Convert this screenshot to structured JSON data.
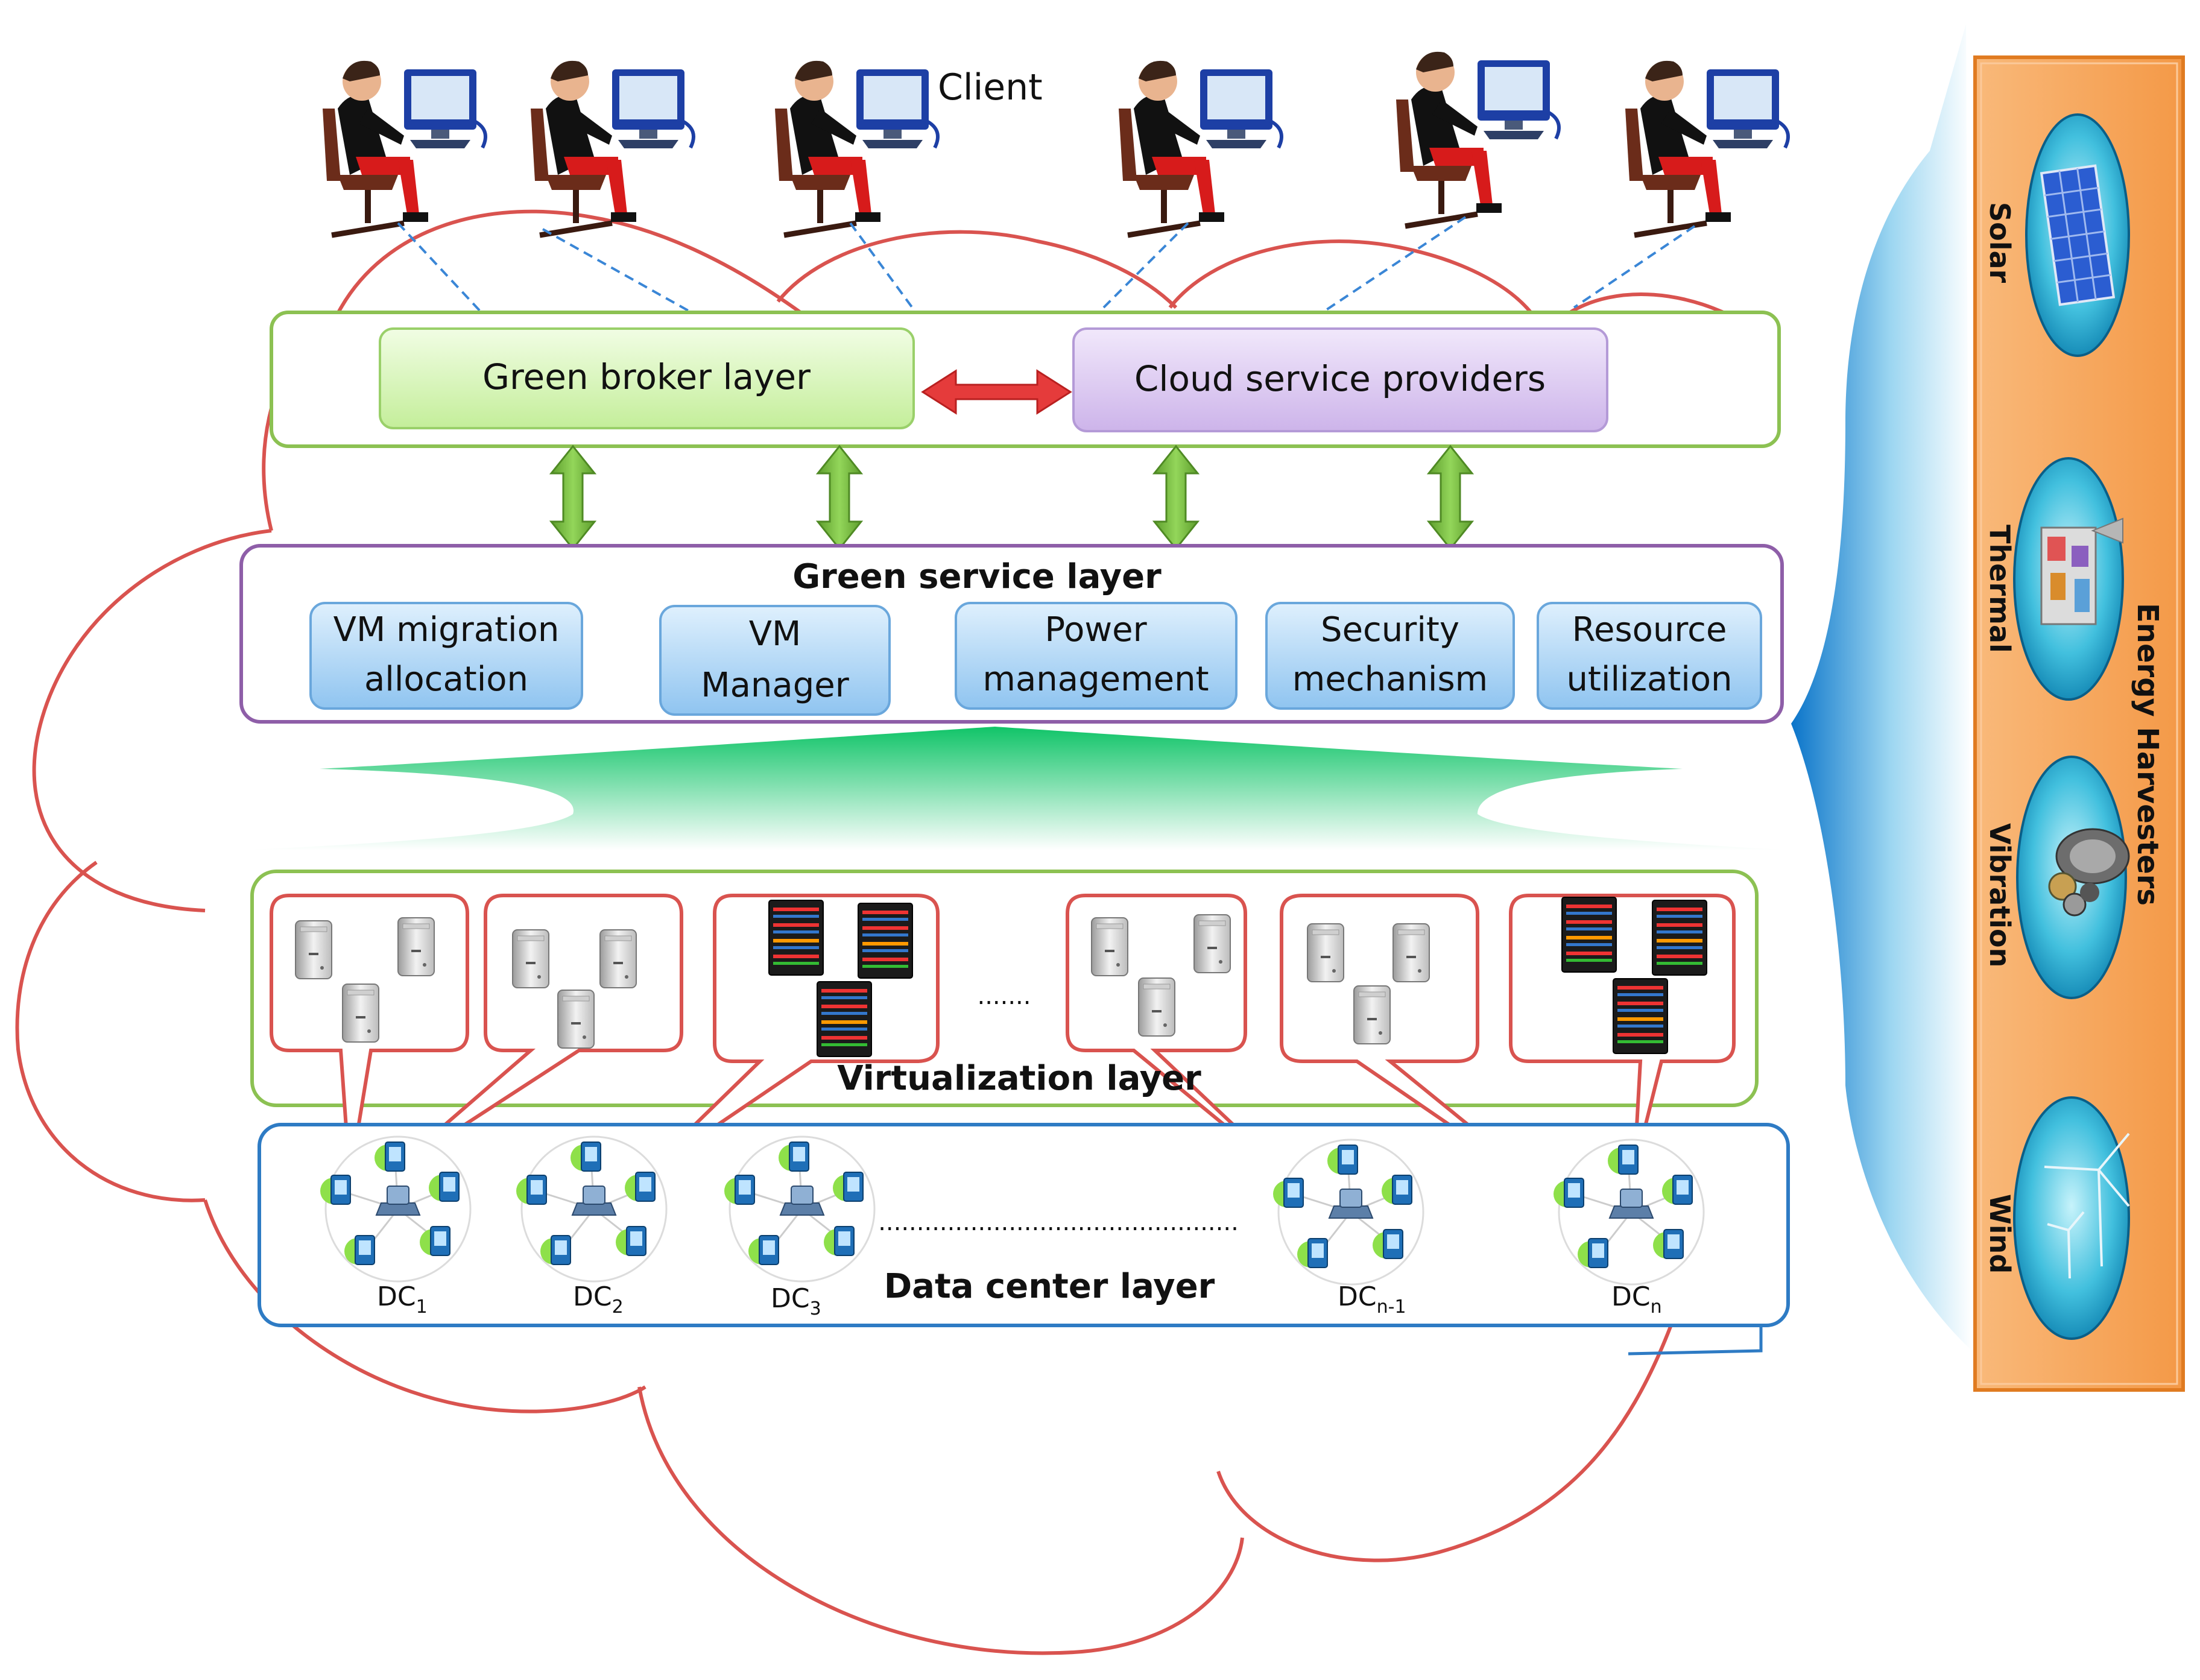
{
  "clients": {
    "label": "Client"
  },
  "broker_row": {
    "green_broker": "Green broker layer",
    "cloud_providers": "Cloud service providers"
  },
  "green_service": {
    "title": "Green service layer",
    "services": [
      {
        "line1": "VM migration",
        "line2": "allocation"
      },
      {
        "line1": "VM",
        "line2": "Manager"
      },
      {
        "line1": "Power",
        "line2": "management"
      },
      {
        "line1": "Security",
        "line2": "mechanism"
      },
      {
        "line1": "Resource",
        "line2": "utilization"
      }
    ]
  },
  "virtualization": {
    "title": "Virtualization layer",
    "ellipsis": "......."
  },
  "datacenter": {
    "title": "Data center layer",
    "ellipsis": "...............................................",
    "centers": [
      {
        "base": "DC",
        "sub": "1"
      },
      {
        "base": "DC",
        "sub": "2"
      },
      {
        "base": "DC",
        "sub": "3"
      },
      {
        "base": "DC",
        "sub": "n-1"
      },
      {
        "base": "DC",
        "sub": "n"
      }
    ]
  },
  "energy": {
    "title": "Energy Harvesters",
    "sources": [
      "Solar",
      "Thermal",
      "Vibration",
      "Wind"
    ]
  },
  "colors": {
    "cloud_outline": "#d9534f",
    "broker_fill": "#d6f5b8",
    "provider_fill": "#dccaf0",
    "service_fill": "#a9d3f5",
    "green_border": "#8cc152",
    "purple_border": "#8e5ea8",
    "blue_border": "#2e7bc4",
    "energy_panel": "#f7a35c"
  }
}
